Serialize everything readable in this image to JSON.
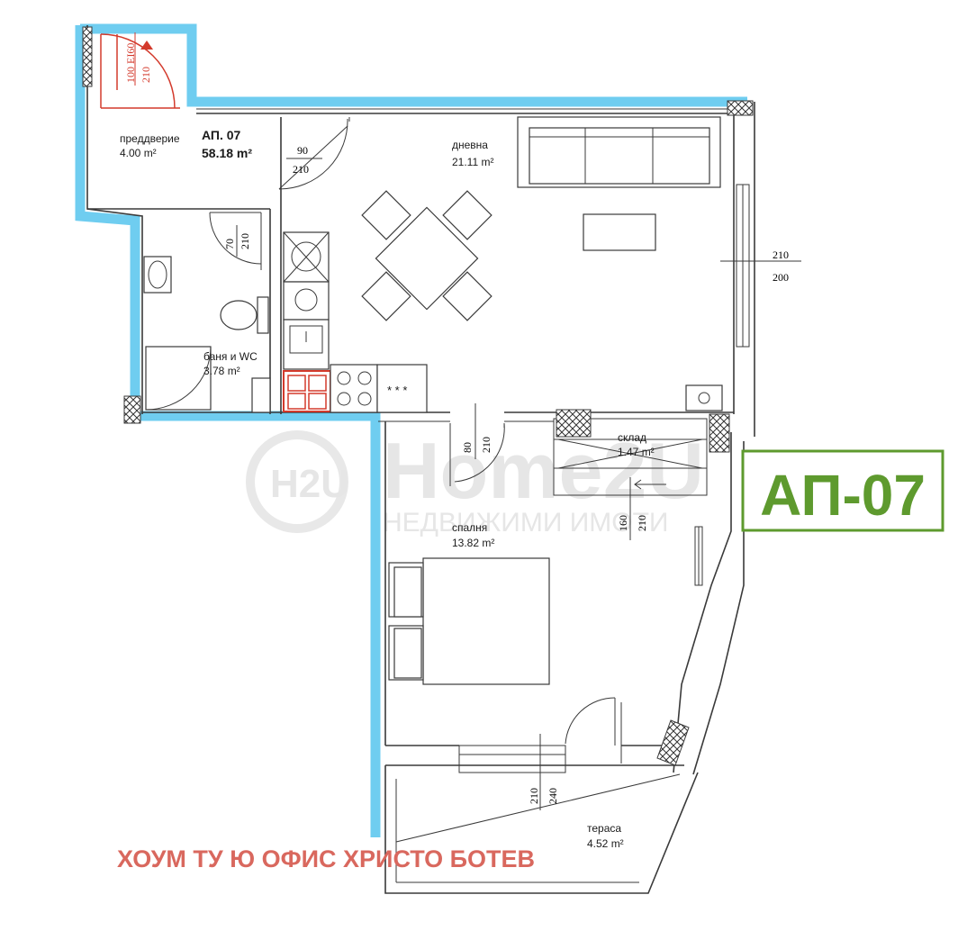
{
  "apartment": {
    "number_label": "АП. 07",
    "total_area": "58.18 m²",
    "badge": "АП-07"
  },
  "rooms": {
    "hall": {
      "name": "преддверие",
      "area": "4.00 m²"
    },
    "living": {
      "name": "дневна",
      "area": "21.11 m²"
    },
    "bath": {
      "name": "баня и WC",
      "area": "3.78 m²"
    },
    "storage": {
      "name": "склад",
      "area": "1.47 m²"
    },
    "bedroom": {
      "name": "спалня",
      "area": "13.82 m²"
    },
    "terrace": {
      "name": "тераса",
      "area": "4.52 m²"
    }
  },
  "dimensions": {
    "entry_door": {
      "top": "100 EI60",
      "bottom": "210"
    },
    "hall_door": {
      "top": "90",
      "bottom": "210"
    },
    "bath_door": {
      "left": "70",
      "right": "210"
    },
    "living_window": {
      "top": "210",
      "bottom": "200"
    },
    "bedroom_door": {
      "left": "80",
      "right": "210"
    },
    "bedroom_window": {
      "left": "160",
      "right": "210"
    },
    "terrace_door": {
      "left": "210",
      "right": "240"
    }
  },
  "watermark": {
    "logo": "H2U",
    "brand": "Home2U",
    "tagline": "НЕДВИЖИМИ ИМОТИ"
  },
  "office_caption": "ХОУМ ТУ Ю ОФИС ХРИСТО БОТЕВ",
  "hob_marks": "* * *",
  "colors": {
    "insulation": "#6fcdf0",
    "badge": "#5e9a2e",
    "caption": "#d9685e",
    "door_marking": "#d33a2c"
  }
}
